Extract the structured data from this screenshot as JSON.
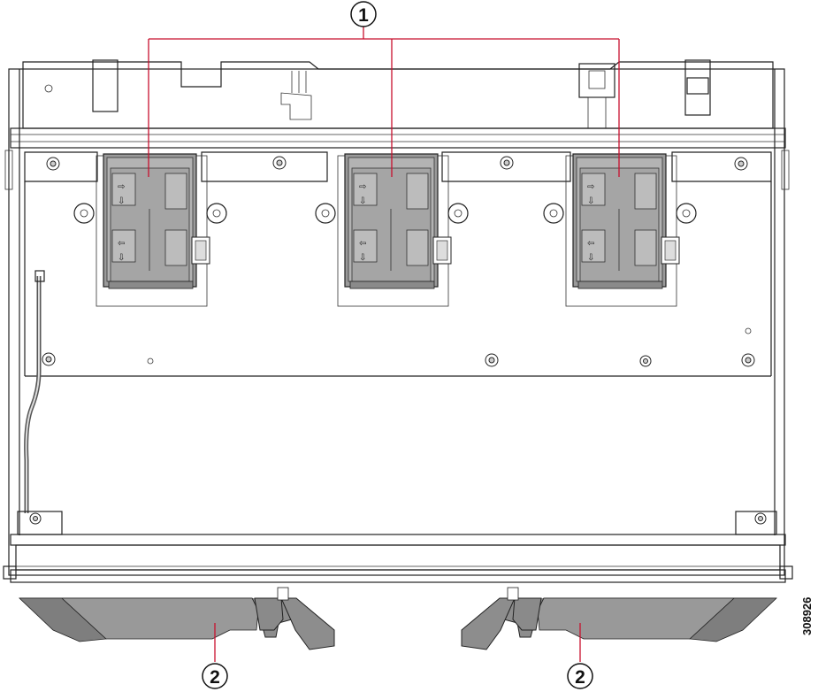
{
  "callouts": [
    {
      "id": "1",
      "label": "1"
    },
    {
      "id": "2",
      "label": "2"
    }
  ],
  "figure_number": "308926",
  "colors": {
    "callout_line": "#c8102e",
    "component_fill": "#9a9a9a",
    "chassis_stroke": "#222222",
    "handle_fill": "#8d8d8d"
  },
  "icons": {
    "cage": "drive-cage-icon",
    "handle": "ejector-handle-icon",
    "screw": "screw-icon"
  }
}
